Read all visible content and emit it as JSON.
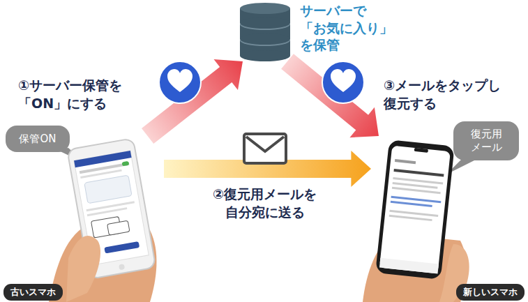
{
  "diagram": {
    "nodes": [
      {
        "text": [
          "サーバーで 「お気に入り」を保管"
        ]
      },
      {
        "text": [
          "古いスマホ"
        ]
      },
      {
        "text": [
          "保管ON"
        ]
      },
      {
        "text": [
          "新しいスマホ"
        ]
      },
      {
        "text": [
          "復元用 メール"
        ]
      }
    ],
    "edges": [
      {
        "from": 1,
        "to": 0,
        "label": "①サーバー保管を 「ON」にする",
        "arrow": "to"
      },
      {
        "from": 1,
        "to": 3,
        "label": "②復元用メールを 自分宛に送る",
        "arrow": "to"
      },
      {
        "from": 0,
        "to": 3,
        "label": "③メールをタップし 復元する",
        "arrow": "to"
      }
    ]
  }
}
